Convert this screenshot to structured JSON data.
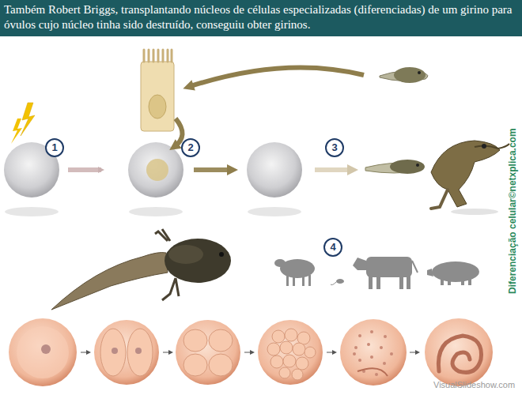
{
  "diagram": {
    "title": "Também Robert Briggs, transplantando núcleos de células especializadas (diferenciadas) de um girino para óvulos cujo núcleo tinha sido destruído, conseguiu obter girinos.",
    "labels": [
      "1",
      "2",
      "3",
      "4",
      "Diferenciação celular©netxplica.com",
      "VisualSlideshow.com"
    ]
  }
}
